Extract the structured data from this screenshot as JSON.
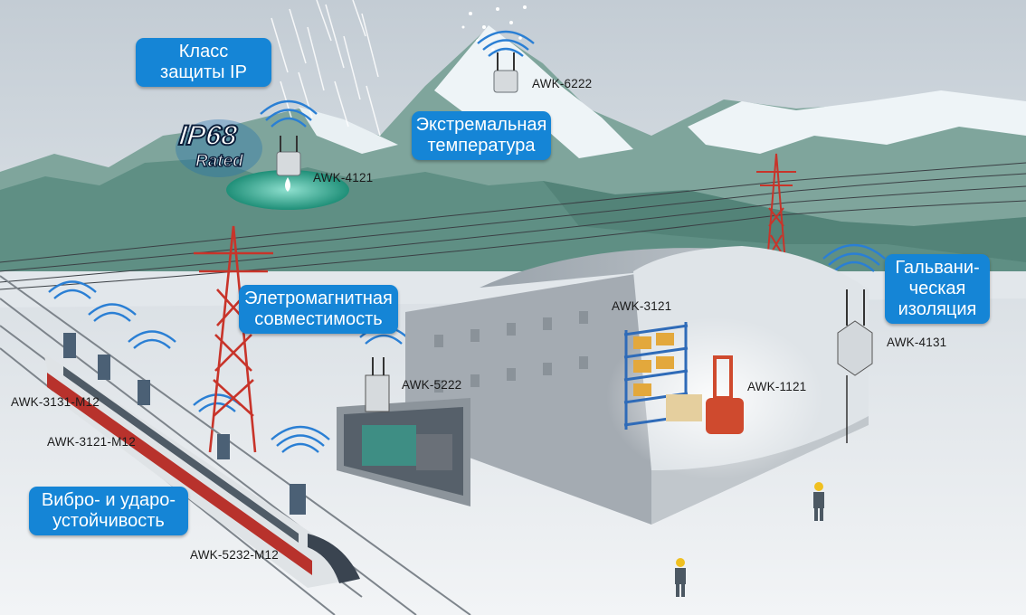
{
  "callouts": {
    "ip_class": [
      "Класс",
      "защиты IP"
    ],
    "extreme_temp": [
      "Экстремальная",
      "температура"
    ],
    "emc": [
      "Элетромагнитная",
      "совместимость"
    ],
    "galvanic": [
      "Гальвани-",
      "ческая",
      "изоляция"
    ],
    "vibration": [
      "Вибро- и ударо-",
      "устойчивость"
    ]
  },
  "badge": {
    "ip": "IP68",
    "rated": "Rated"
  },
  "device_labels": {
    "awk_6222": "AWK-6222",
    "awk_4121": "AWK-4121",
    "awk_3121_top": "AWK-3121",
    "awk_4131": "AWK-4131",
    "awk_5222": "AWK-5222",
    "awk_1121": "AWK-1121",
    "awk_3131_m12": "AWK-3131-M12",
    "awk_3121_m12": "AWK-3121-M12",
    "awk_5232_m12": "AWK-5232-M12"
  },
  "colors": {
    "callout_blue": "#1585d6",
    "wifi_blue": "#2a7fd4",
    "tower_red": "#c8342a",
    "train_red": "#b8322c",
    "mountain_green": "#5f8f84",
    "snow": "#eef4f7"
  }
}
